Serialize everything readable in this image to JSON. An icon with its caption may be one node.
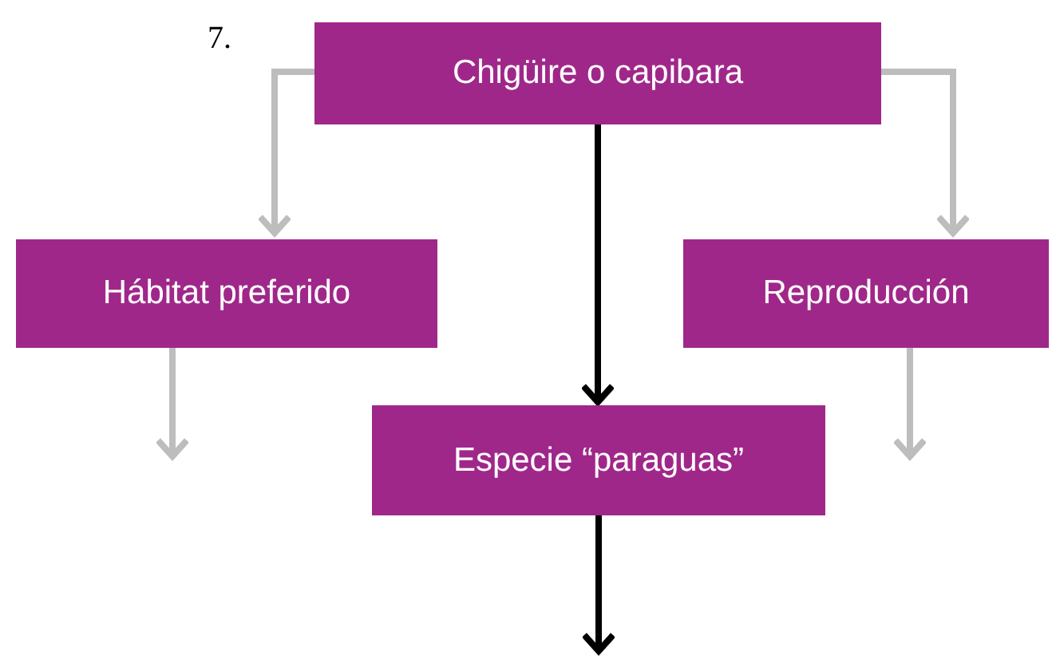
{
  "diagram": {
    "nodes": [
      {
        "text": [
          "Chigüire o capibara"
        ]
      },
      {
        "text": [
          "Hábitat preferido"
        ]
      },
      {
        "text": [
          "Reproducción"
        ]
      },
      {
        "text": [
          "Especie “paraguas”"
        ]
      }
    ],
    "edges": [
      {
        "from": 0,
        "to": 1,
        "arrow": "to"
      },
      {
        "from": 0,
        "to": 2,
        "arrow": "to"
      },
      {
        "from": 0,
        "to": 3,
        "arrow": "to",
        "color": "#000000"
      },
      {
        "from": 1,
        "to": null,
        "arrow": "to"
      },
      {
        "from": 2,
        "to": null,
        "arrow": "to"
      },
      {
        "from": 3,
        "to": null,
        "arrow": "to",
        "color": "#000000"
      }
    ],
    "labels": [
      "7."
    ]
  }
}
